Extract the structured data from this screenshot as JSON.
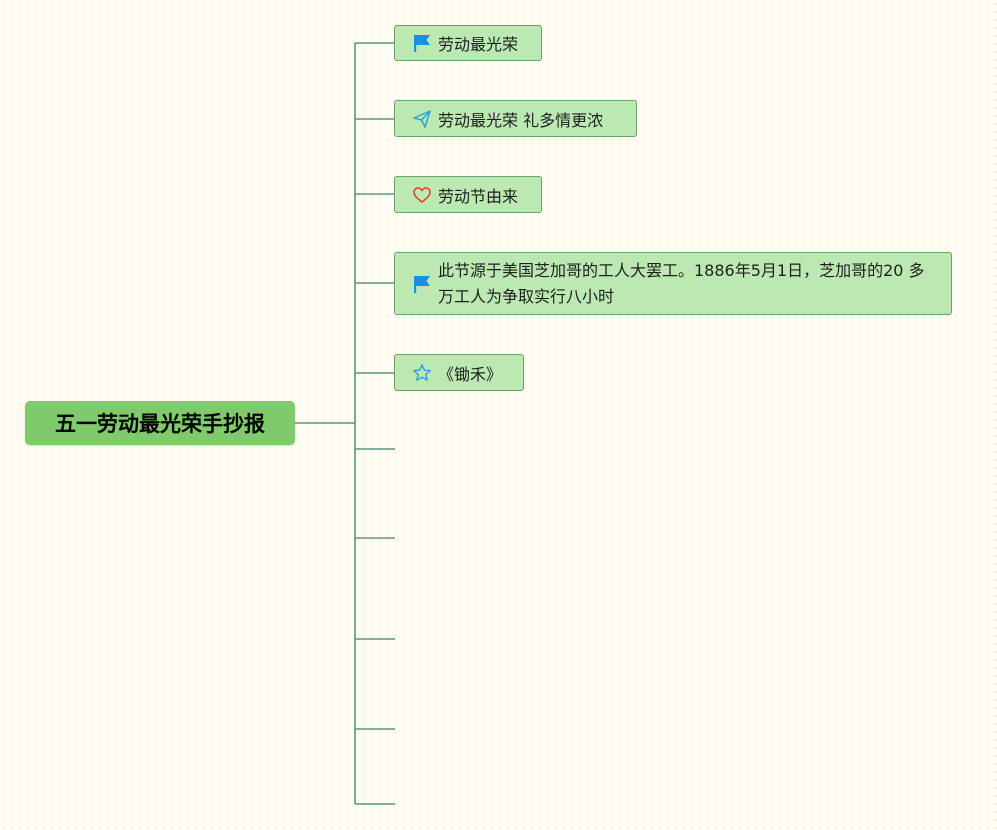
{
  "mindmap": {
    "root": {
      "label": "五一劳动最光荣手抄报"
    },
    "children": [
      {
        "icon": "flag-icon",
        "label": "劳动最光荣"
      },
      {
        "icon": "paper-plane-icon",
        "label": "劳动最光荣 礼多情更浓"
      },
      {
        "icon": "heart-icon",
        "label": "劳动节由来"
      },
      {
        "icon": "flag-icon",
        "label": "此节源于美国芝加哥的工人大罢工。1886年5月1日，芝加哥的20 多万工人为争取实行八小时"
      },
      {
        "icon": "star-icon",
        "label": "《锄禾》"
      }
    ],
    "empty_branch_count": 5
  },
  "colors": {
    "background": "#fffdf2",
    "root_fill": "#7fcb6c",
    "node_fill": "#bbe9b1",
    "node_border": "#6da06f",
    "connector": "#5e9486",
    "flag_icon": "#1a8fe3",
    "plane_icon": "#2aa3d8",
    "heart_icon": "#d9402b",
    "star_icon": "#2aa3d8"
  }
}
